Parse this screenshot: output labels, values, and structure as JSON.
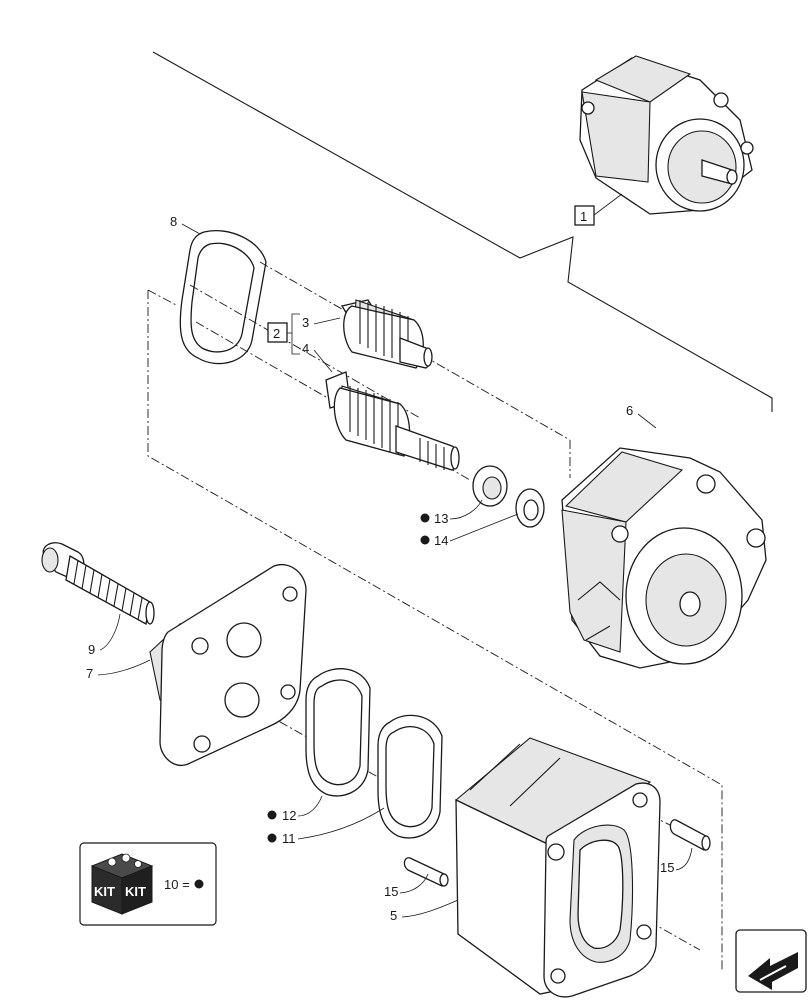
{
  "callouts": {
    "c1": "1",
    "c2": "2",
    "c3": "3",
    "c4": "4",
    "c5": "5",
    "c6": "6",
    "c7": "7",
    "c8": "8",
    "c9": "9",
    "c11": "11",
    "c12": "12",
    "c13": "13",
    "c14": "14",
    "c15a": "15",
    "c15b": "15"
  },
  "kit_legend": {
    "kit_word_left": "KIT",
    "kit_word_right": "KIT",
    "equation": "10 ="
  },
  "icons": {
    "kit_marker": "filled-circle-bullet",
    "kit_box": "kit-box-icon",
    "nav_arrow": "next-page-arrow-icon"
  },
  "colors": {
    "line": "#1a1a1a",
    "shade": "#e6e6e6",
    "background": "#ffffff"
  }
}
